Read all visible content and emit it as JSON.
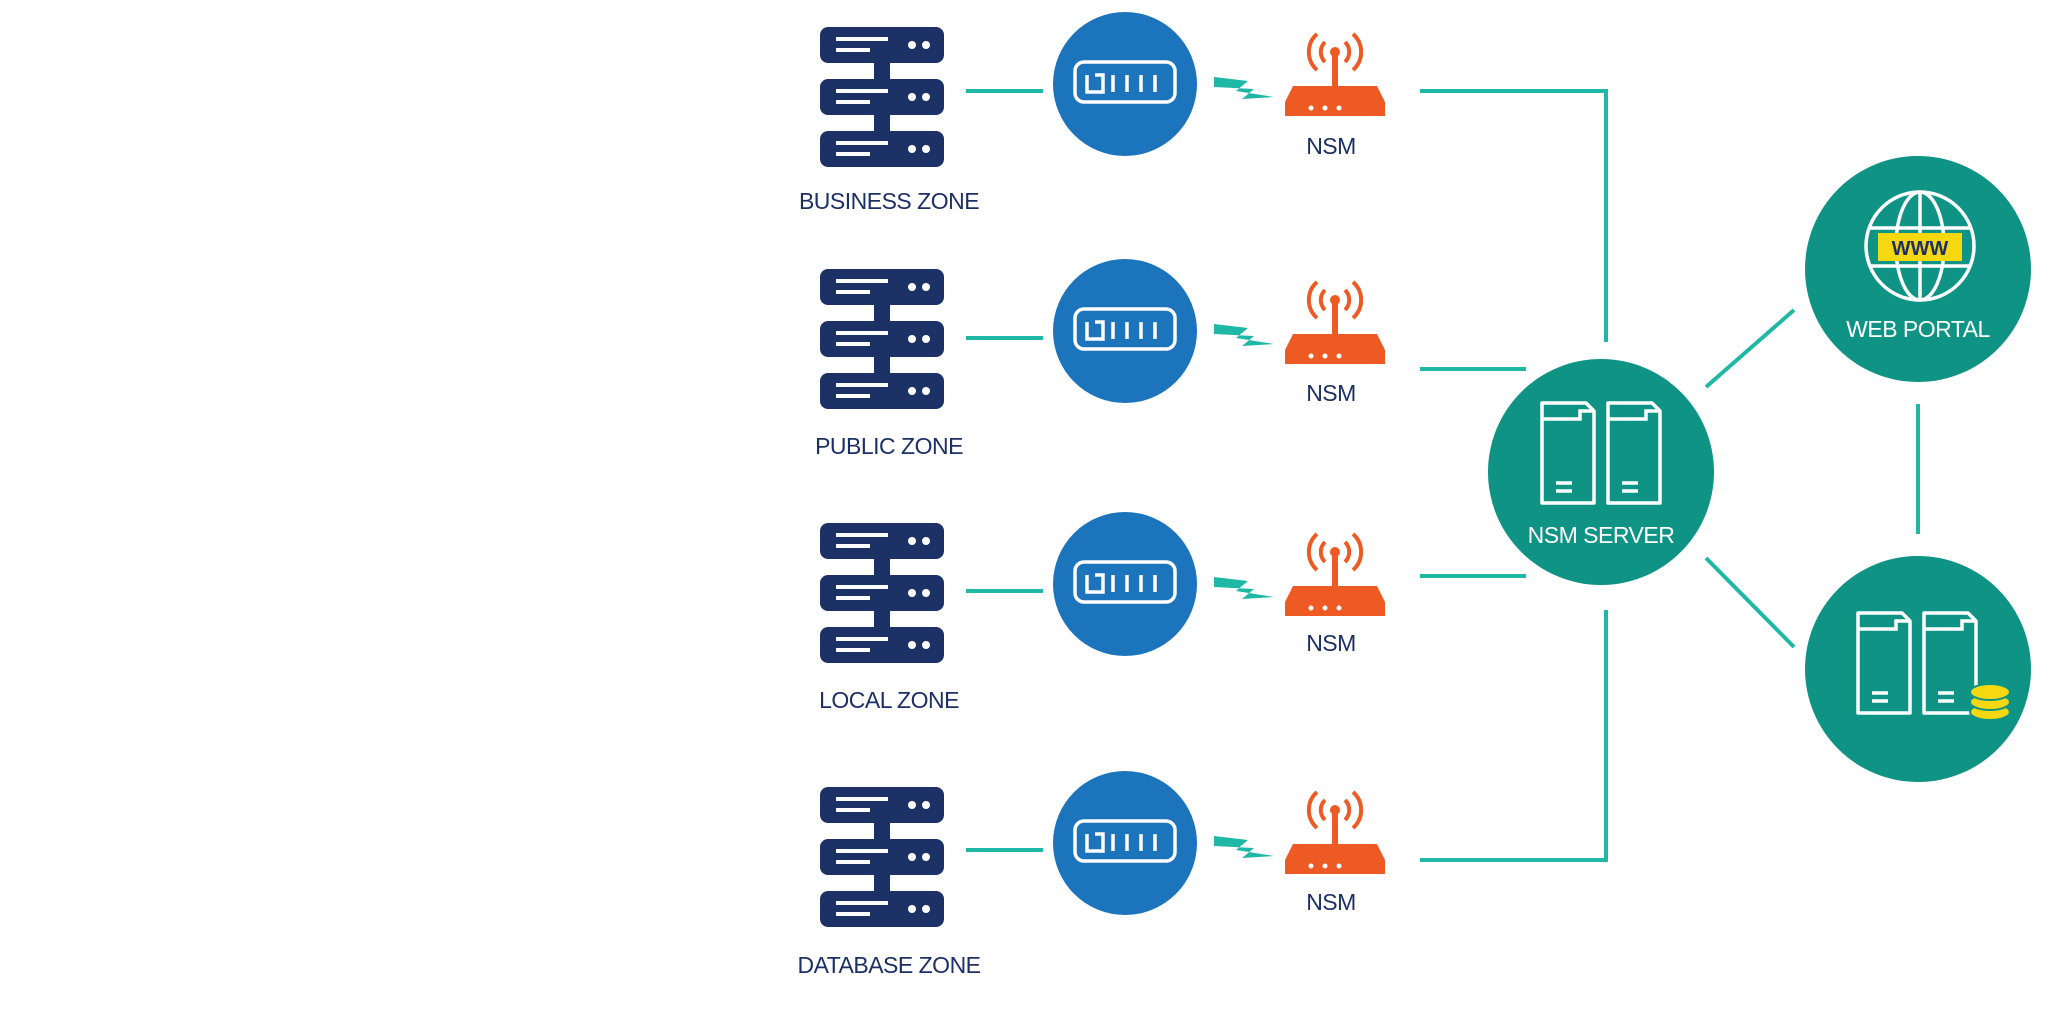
{
  "colors": {
    "zone_server": "#1c3266",
    "probe_circle": "#1b74bc",
    "nsm_device": "#ee5a24",
    "teal_node": "#0e9384",
    "link": "#1fb8a6",
    "www_badge": "#f5d80f",
    "label_text": "#1c2f66"
  },
  "zones": [
    {
      "label": "BUSINESS ZONE",
      "sensor_label": "NSM",
      "server_icon": "server-rack-icon",
      "probe_icon": "network-switch-icon",
      "sensor_icon": "wireless-router-icon"
    },
    {
      "label": "PUBLIC ZONE",
      "sensor_label": "NSM",
      "server_icon": "server-rack-icon",
      "probe_icon": "network-switch-icon",
      "sensor_icon": "wireless-router-icon"
    },
    {
      "label": "LOCAL ZONE",
      "sensor_label": "NSM",
      "server_icon": "server-rack-icon",
      "probe_icon": "network-switch-icon",
      "sensor_icon": "wireless-router-icon"
    },
    {
      "label": "DATABASE ZONE",
      "sensor_label": "NSM",
      "server_icon": "server-rack-icon",
      "probe_icon": "network-switch-icon",
      "sensor_icon": "wireless-router-icon"
    }
  ],
  "nsm_server": {
    "label": "NSM SERVER",
    "icon": "server-pair-icon"
  },
  "web_portal": {
    "label": "WEB PORTAL",
    "icon": "globe-icon",
    "badge_text": "WWW"
  },
  "database_server": {
    "icon": "database-server-icon"
  }
}
